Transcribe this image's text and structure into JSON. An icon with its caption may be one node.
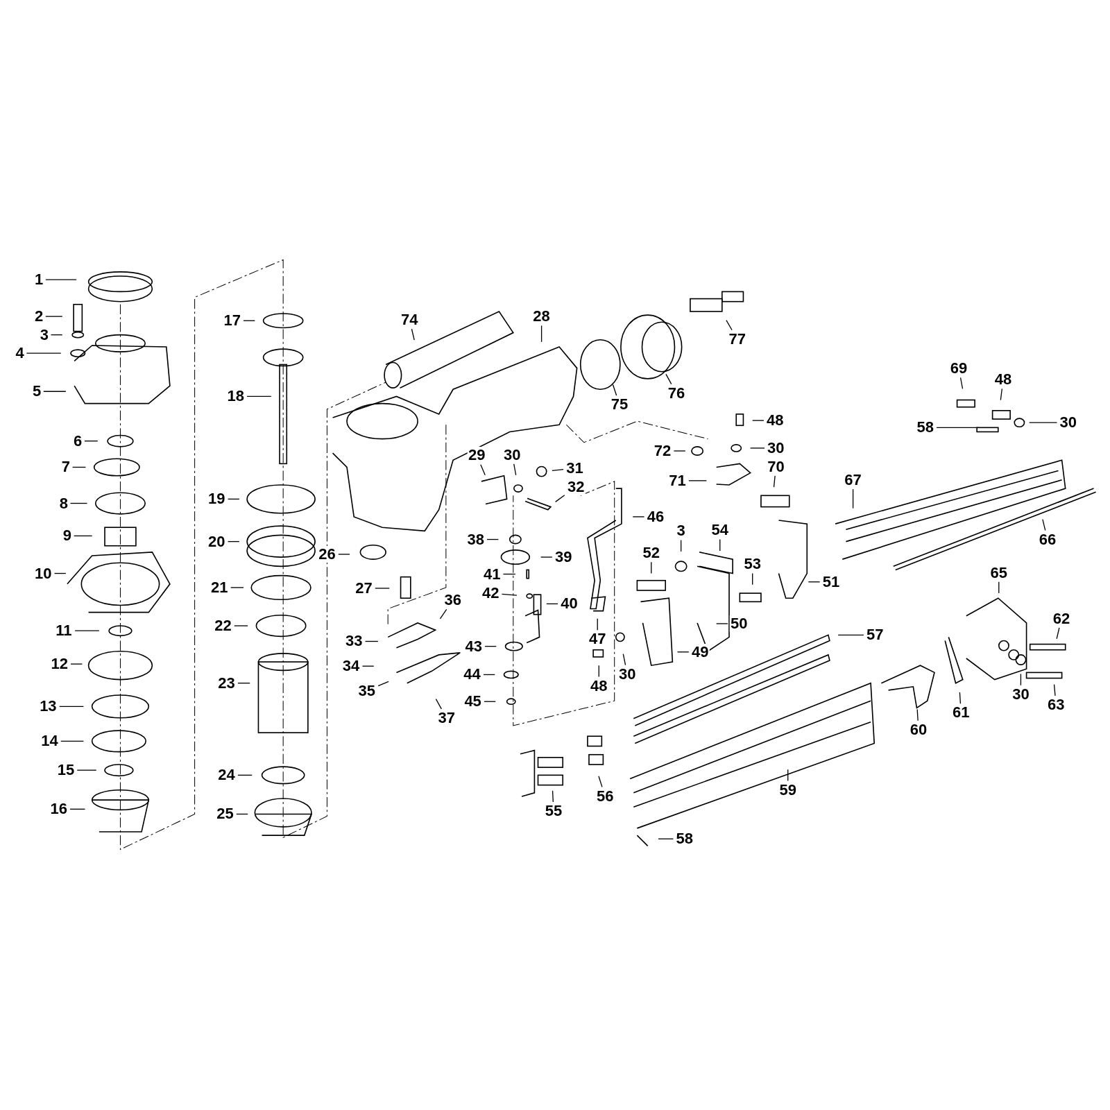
{
  "diagram": {
    "nodes": [
      {
        "text": [
          "1"
        ]
      },
      {
        "text": [
          "2"
        ]
      },
      {
        "text": [
          "3"
        ]
      },
      {
        "text": [
          "4"
        ]
      },
      {
        "text": [
          "5"
        ]
      },
      {
        "text": [
          "6"
        ]
      },
      {
        "text": [
          "7"
        ]
      },
      {
        "text": [
          "8"
        ]
      },
      {
        "text": [
          "9"
        ]
      },
      {
        "text": [
          "10"
        ]
      },
      {
        "text": [
          "11"
        ]
      },
      {
        "text": [
          "12"
        ]
      },
      {
        "text": [
          "13"
        ]
      },
      {
        "text": [
          "14"
        ]
      },
      {
        "text": [
          "15"
        ]
      },
      {
        "text": [
          "16"
        ]
      },
      {
        "text": [
          "17"
        ]
      },
      {
        "text": [
          "18"
        ]
      },
      {
        "text": [
          "19"
        ]
      },
      {
        "text": [
          "20"
        ]
      },
      {
        "text": [
          "21"
        ]
      },
      {
        "text": [
          "22"
        ]
      },
      {
        "text": [
          "23"
        ]
      },
      {
        "text": [
          "24"
        ]
      },
      {
        "text": [
          "25"
        ]
      },
      {
        "text": [
          "26"
        ]
      },
      {
        "text": [
          "27"
        ]
      },
      {
        "text": [
          "28"
        ]
      },
      {
        "text": [
          "29"
        ]
      },
      {
        "text": [
          "30"
        ]
      },
      {
        "text": [
          "31"
        ]
      },
      {
        "text": [
          "32"
        ]
      },
      {
        "text": [
          "33"
        ]
      },
      {
        "text": [
          "34"
        ]
      },
      {
        "text": [
          "35"
        ]
      },
      {
        "text": [
          "36"
        ]
      },
      {
        "text": [
          "37"
        ]
      },
      {
        "text": [
          "38"
        ]
      },
      {
        "text": [
          "39"
        ]
      },
      {
        "text": [
          "40"
        ]
      },
      {
        "text": [
          "41"
        ]
      },
      {
        "text": [
          "42"
        ]
      },
      {
        "text": [
          "43"
        ]
      },
      {
        "text": [
          "44"
        ]
      },
      {
        "text": [
          "45"
        ]
      },
      {
        "text": [
          "46"
        ]
      },
      {
        "text": [
          "47"
        ]
      },
      {
        "text": [
          "48"
        ]
      },
      {
        "text": [
          "30"
        ]
      },
      {
        "text": [
          "49"
        ]
      },
      {
        "text": [
          "50"
        ]
      },
      {
        "text": [
          "51"
        ]
      },
      {
        "text": [
          "52"
        ]
      },
      {
        "text": [
          "3"
        ]
      },
      {
        "text": [
          "54"
        ]
      },
      {
        "text": [
          "53"
        ]
      },
      {
        "text": [
          "48"
        ]
      },
      {
        "text": [
          "72"
        ]
      },
      {
        "text": [
          "30"
        ]
      },
      {
        "text": [
          "70"
        ]
      },
      {
        "text": [
          "71"
        ]
      },
      {
        "text": [
          "74"
        ]
      },
      {
        "text": [
          "75"
        ]
      },
      {
        "text": [
          "76"
        ]
      },
      {
        "text": [
          "77"
        ]
      },
      {
        "text": [
          "69"
        ]
      },
      {
        "text": [
          "48"
        ]
      },
      {
        "text": [
          "30"
        ]
      },
      {
        "text": [
          "58"
        ]
      },
      {
        "text": [
          "67"
        ]
      },
      {
        "text": [
          "66"
        ]
      },
      {
        "text": [
          "65"
        ]
      },
      {
        "text": [
          "62"
        ]
      },
      {
        "text": [
          "30"
        ]
      },
      {
        "text": [
          "63"
        ]
      },
      {
        "text": [
          "61"
        ]
      },
      {
        "text": [
          "60"
        ]
      },
      {
        "text": [
          "57"
        ]
      },
      {
        "text": [
          "59"
        ]
      },
      {
        "text": [
          "56"
        ]
      },
      {
        "text": [
          "55"
        ]
      },
      {
        "text": [
          "58"
        ]
      }
    ],
    "edges": [
      {
        "from": 0,
        "to": null,
        "arrow": "none"
      },
      {
        "from": 1,
        "to": null,
        "arrow": "none"
      },
      {
        "from": 2,
        "to": null,
        "arrow": "none"
      },
      {
        "from": 3,
        "to": null,
        "arrow": "none"
      },
      {
        "from": 4,
        "to": null,
        "arrow": "none"
      },
      {
        "from": 5,
        "to": null,
        "arrow": "none"
      },
      {
        "from": 6,
        "to": null,
        "arrow": "none"
      },
      {
        "from": 7,
        "to": null,
        "arrow": "none"
      },
      {
        "from": 8,
        "to": null,
        "arrow": "none"
      },
      {
        "from": 9,
        "to": null,
        "arrow": "none"
      },
      {
        "from": 10,
        "to": null,
        "arrow": "none"
      },
      {
        "from": 11,
        "to": null,
        "arrow": "none"
      },
      {
        "from": 12,
        "to": null,
        "arrow": "none"
      },
      {
        "from": 13,
        "to": null,
        "arrow": "none"
      },
      {
        "from": 14,
        "to": null,
        "arrow": "none"
      },
      {
        "from": 15,
        "to": null,
        "arrow": "none"
      },
      {
        "from": 16,
        "to": null,
        "arrow": "none"
      },
      {
        "from": 17,
        "to": null,
        "arrow": "none"
      },
      {
        "from": 18,
        "to": null,
        "arrow": "none"
      },
      {
        "from": 19,
        "to": null,
        "arrow": "none"
      },
      {
        "from": 20,
        "to": null,
        "arrow": "none"
      },
      {
        "from": 21,
        "to": null,
        "arrow": "none"
      },
      {
        "from": 22,
        "to": null,
        "arrow": "none"
      },
      {
        "from": 23,
        "to": null,
        "arrow": "none"
      },
      {
        "from": 24,
        "to": null,
        "arrow": "none"
      },
      {
        "from": 25,
        "to": null,
        "arrow": "none"
      },
      {
        "from": 26,
        "to": null,
        "arrow": "none"
      },
      {
        "from": 27,
        "to": null,
        "arrow": "none"
      },
      {
        "from": 28,
        "to": null,
        "arrow": "none"
      },
      {
        "from": 29,
        "to": null,
        "arrow": "none"
      },
      {
        "from": 30,
        "to": null,
        "arrow": "none"
      },
      {
        "from": 31,
        "to": null,
        "arrow": "none"
      },
      {
        "from": 32,
        "to": null,
        "arrow": "none"
      },
      {
        "from": 33,
        "to": null,
        "arrow": "none"
      },
      {
        "from": 34,
        "to": null,
        "arrow": "none"
      },
      {
        "from": 35,
        "to": null,
        "arrow": "none"
      },
      {
        "from": 36,
        "to": null,
        "arrow": "none"
      },
      {
        "from": 37,
        "to": null,
        "arrow": "none"
      },
      {
        "from": 38,
        "to": null,
        "arrow": "none"
      },
      {
        "from": 39,
        "to": null,
        "arrow": "none"
      },
      {
        "from": 40,
        "to": null,
        "arrow": "none"
      },
      {
        "from": 41,
        "to": null,
        "arrow": "none"
      },
      {
        "from": 42,
        "to": null,
        "arrow": "none"
      },
      {
        "from": 43,
        "to": null,
        "arrow": "none"
      },
      {
        "from": 44,
        "to": null,
        "arrow": "none"
      },
      {
        "from": 45,
        "to": null,
        "arrow": "none"
      },
      {
        "from": 46,
        "to": null,
        "arrow": "none"
      },
      {
        "from": 47,
        "to": null,
        "arrow": "none"
      },
      {
        "from": 48,
        "to": null,
        "arrow": "none"
      },
      {
        "from": 49,
        "to": null,
        "arrow": "none"
      },
      {
        "from": 50,
        "to": null,
        "arrow": "none"
      },
      {
        "from": 51,
        "to": null,
        "arrow": "none"
      },
      {
        "from": 52,
        "to": null,
        "arrow": "none"
      },
      {
        "from": 53,
        "to": null,
        "arrow": "none"
      },
      {
        "from": 54,
        "to": null,
        "arrow": "none"
      },
      {
        "from": 55,
        "to": null,
        "arrow": "none"
      },
      {
        "from": 56,
        "to": null,
        "arrow": "none"
      },
      {
        "from": 57,
        "to": null,
        "arrow": "none"
      },
      {
        "from": 58,
        "to": null,
        "arrow": "none"
      },
      {
        "from": 59,
        "to": null,
        "arrow": "none"
      },
      {
        "from": 60,
        "to": null,
        "arrow": "none"
      },
      {
        "from": 61,
        "to": null,
        "arrow": "none"
      },
      {
        "from": 62,
        "to": null,
        "arrow": "none"
      },
      {
        "from": 63,
        "to": null,
        "arrow": "none"
      },
      {
        "from": 64,
        "to": null,
        "arrow": "none"
      },
      {
        "from": 65,
        "to": null,
        "arrow": "none"
      },
      {
        "from": 66,
        "to": null,
        "arrow": "none"
      },
      {
        "from": 67,
        "to": null,
        "arrow": "none"
      },
      {
        "from": 68,
        "to": null,
        "arrow": "none"
      },
      {
        "from": 69,
        "to": null,
        "arrow": "none"
      },
      {
        "from": 70,
        "to": null,
        "arrow": "none"
      },
      {
        "from": 71,
        "to": null,
        "arrow": "none"
      },
      {
        "from": 72,
        "to": null,
        "arrow": "none"
      },
      {
        "from": 73,
        "to": null,
        "arrow": "none"
      },
      {
        "from": 74,
        "to": null,
        "arrow": "none"
      },
      {
        "from": 75,
        "to": null,
        "arrow": "none"
      },
      {
        "from": 76,
        "to": null,
        "arrow": "none"
      },
      {
        "from": 77,
        "to": null,
        "arrow": "none"
      },
      {
        "from": 78,
        "to": null,
        "arrow": "none"
      },
      {
        "from": 79,
        "to": null,
        "arrow": "none"
      },
      {
        "from": 80,
        "to": null,
        "arrow": "none"
      },
      {
        "from": 81,
        "to": null,
        "arrow": "none"
      }
    ]
  }
}
